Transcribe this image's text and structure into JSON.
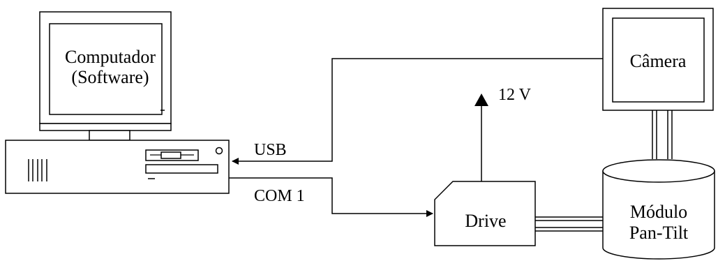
{
  "computer": {
    "screen_line1": "Computador",
    "screen_line2": "(Software)"
  },
  "camera": {
    "label": "Câmera"
  },
  "drive": {
    "label": "Drive"
  },
  "pantilt": {
    "line1": "Módulo",
    "line2": "Pan-Tilt"
  },
  "connections": {
    "usb": "USB",
    "com1": "COM 1",
    "power": "12 V"
  }
}
